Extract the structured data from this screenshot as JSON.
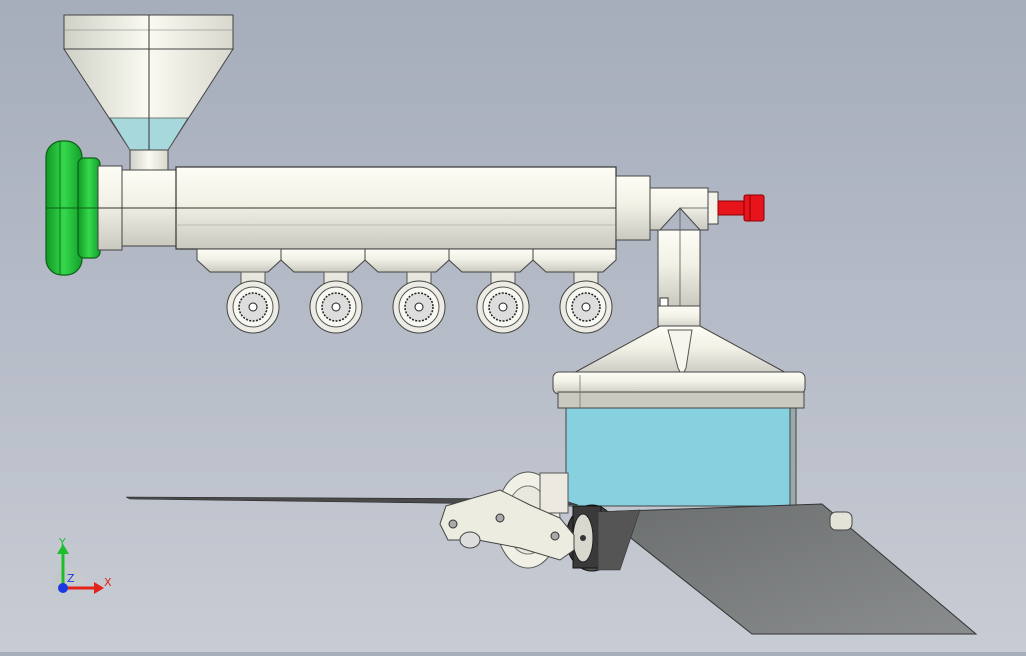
{
  "scene": {
    "background_top": "#a6adbb",
    "background_bottom": "#c8ccd4",
    "accent_green": "#22c03a",
    "accent_red": "#e8141c",
    "die_tank_blue": "#86d0e0",
    "metal_light": "#f4f4ea",
    "cooling_fans_count": 5
  },
  "triad": {
    "y_label": "Y",
    "x_label": "X",
    "z_label": "Z",
    "y_color": "#1bbf2a",
    "x_color": "#e2231a",
    "z_color": "#1a3ae0"
  }
}
